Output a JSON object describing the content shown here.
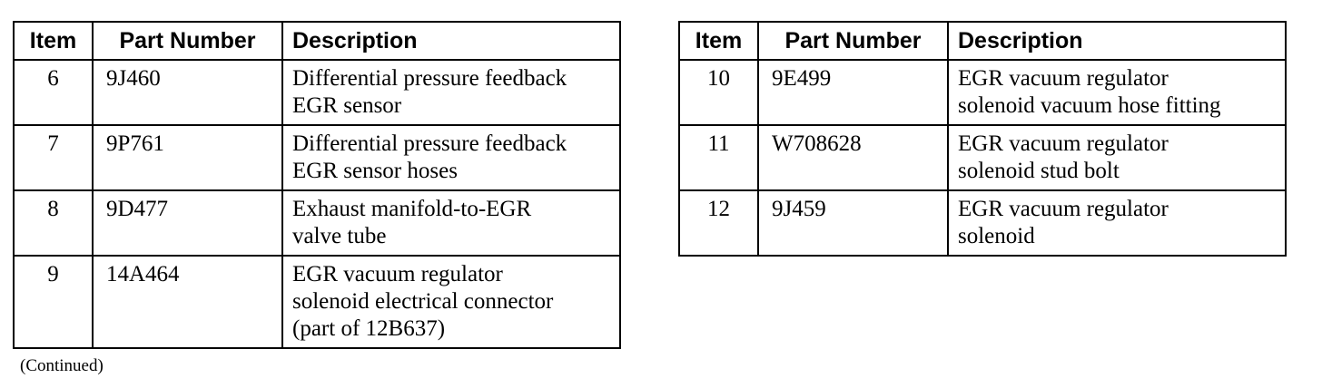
{
  "tables": [
    {
      "headers": [
        "Item",
        "Part Number",
        "Description"
      ],
      "rows": [
        {
          "item": "6",
          "part_number": "9J460",
          "description_lines": [
            "Differential pressure feedback",
            "EGR sensor"
          ]
        },
        {
          "item": "7",
          "part_number": "9P761",
          "description_lines": [
            "Differential pressure feedback",
            "EGR sensor hoses"
          ]
        },
        {
          "item": "8",
          "part_number": "9D477",
          "description_lines": [
            "Exhaust manifold-to-EGR",
            "valve tube"
          ]
        },
        {
          "item": "9",
          "part_number": "14A464",
          "description_lines": [
            "EGR vacuum regulator",
            "solenoid electrical connector",
            "(part of 12B637)"
          ]
        }
      ]
    },
    {
      "headers": [
        "Item",
        "Part Number",
        "Description"
      ],
      "rows": [
        {
          "item": "10",
          "part_number": "9E499",
          "description_lines": [
            "EGR vacuum regulator",
            "solenoid vacuum hose fitting"
          ]
        },
        {
          "item": "11",
          "part_number": "W708628",
          "description_lines": [
            "EGR vacuum regulator",
            "solenoid stud bolt"
          ]
        },
        {
          "item": "12",
          "part_number": "9J459",
          "description_lines": [
            "EGR vacuum regulator",
            "solenoid"
          ]
        }
      ]
    }
  ],
  "continued_note": "(Continued)"
}
